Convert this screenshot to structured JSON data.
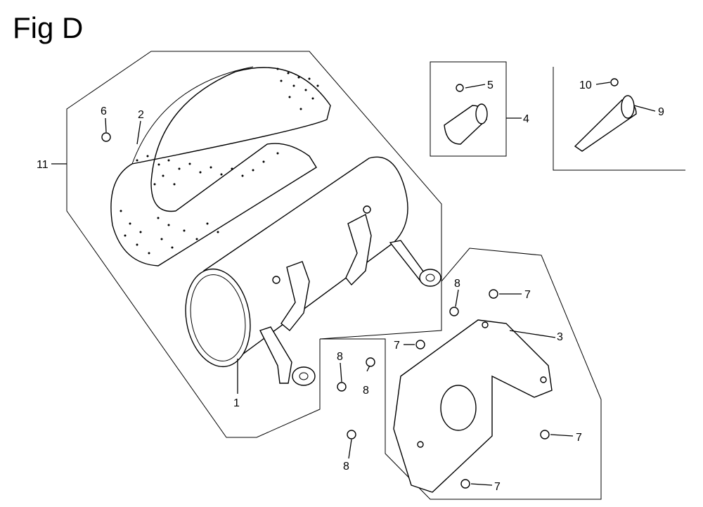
{
  "figure": {
    "title": "Fig D"
  },
  "callouts": {
    "c1": "1",
    "c2": "2",
    "c3": "3",
    "c4": "4",
    "c5": "5",
    "c6": "6",
    "c7a": "7",
    "c7b": "7",
    "c7c": "7",
    "c7d": "7",
    "c8a": "8",
    "c8b": "8",
    "c8c": "8",
    "c8d": "8",
    "c9": "9",
    "c10": "10",
    "c11": "11"
  }
}
